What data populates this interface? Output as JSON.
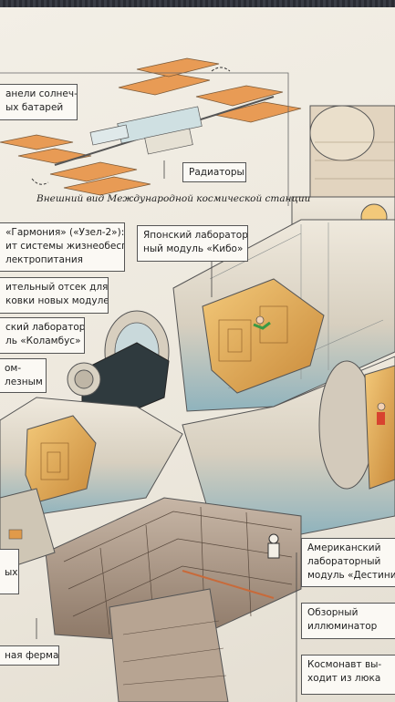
{
  "overview": {
    "caption": "Внешний вид Международной космической станции"
  },
  "labels": {
    "solar_panels": [
      "анели солнеч-",
      "ых батарей"
    ],
    "radiators": "Радиаторы",
    "harmony": [
      "«Гармония» («Узел-2»):",
      "ит системы жизнеобеспече-",
      "лектропитания"
    ],
    "kibo": [
      "Японский лаборатор-",
      "ный модуль «Кибо»"
    ],
    "docking": [
      "ительный отсек для",
      "ковки новых модулей"
    ],
    "columbus": [
      "ский лаборатор-",
      "ль «Коламбус»"
    ],
    "partial_1": [
      "ом-",
      "лезным"
    ],
    "partial_2": [
      "ых"
    ],
    "truss": "ная ферма",
    "destiny": [
      "Американский",
      "лабораторный",
      "модуль «Дестини"
    ],
    "cupola": [
      "Обзорный",
      "иллюминатор"
    ],
    "spacewalk": [
      "Космонавт вы-",
      "ходит из люка"
    ]
  },
  "colors": {
    "module_body": "#d9d2c3",
    "module_shadow": "#9fb8bf",
    "interior": "#e8b25c",
    "solar_panel": "#e89b55",
    "ink": "#333333"
  }
}
